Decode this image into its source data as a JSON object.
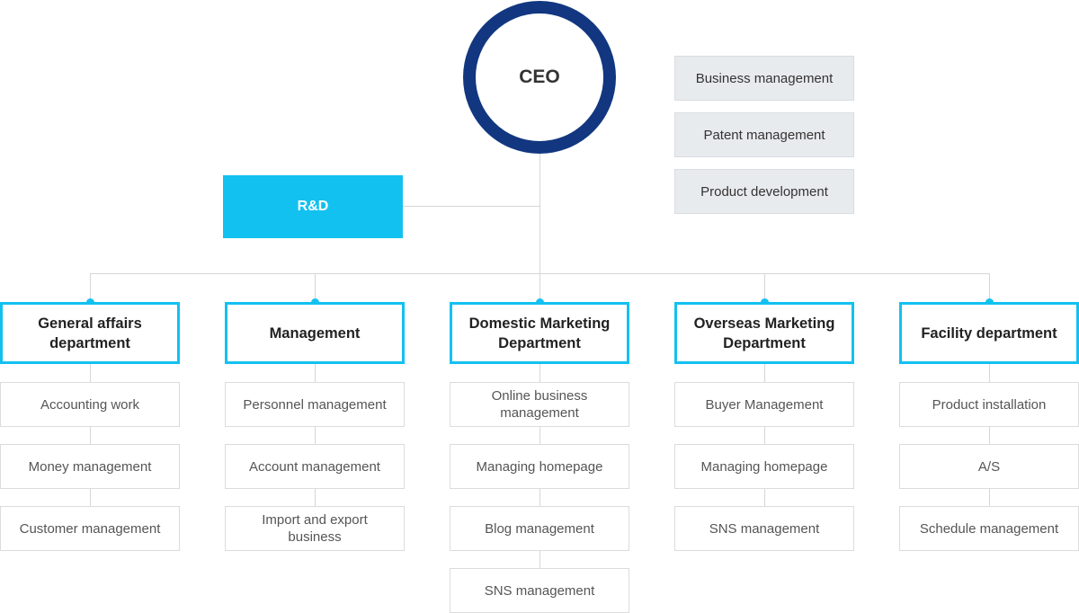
{
  "ceo": {
    "label": "CEO"
  },
  "side_functions": [
    "Business management",
    "Patent management",
    "Product development"
  ],
  "rd": {
    "label": "R&D"
  },
  "departments": [
    {
      "name": "General affairs department",
      "tasks": [
        "Accounting work",
        "Money management",
        "Customer management"
      ]
    },
    {
      "name": "Management",
      "tasks": [
        "Personnel management",
        "Account management",
        "Import and export business"
      ]
    },
    {
      "name": "Domestic Marketing Department",
      "tasks": [
        "Online business management",
        "Managing homepage",
        "Blog management",
        "SNS management"
      ]
    },
    {
      "name": "Overseas Marketing Department",
      "tasks": [
        "Buyer Management",
        "Managing homepage",
        "SNS management"
      ]
    },
    {
      "name": "Facility department",
      "tasks": [
        "Product installation",
        "A/S",
        "Schedule management"
      ]
    }
  ],
  "colors": {
    "ceo_ring": "#123780",
    "accent": "#13c1f0",
    "side_bg": "#e8ebee",
    "line": "#d6d6d6"
  }
}
